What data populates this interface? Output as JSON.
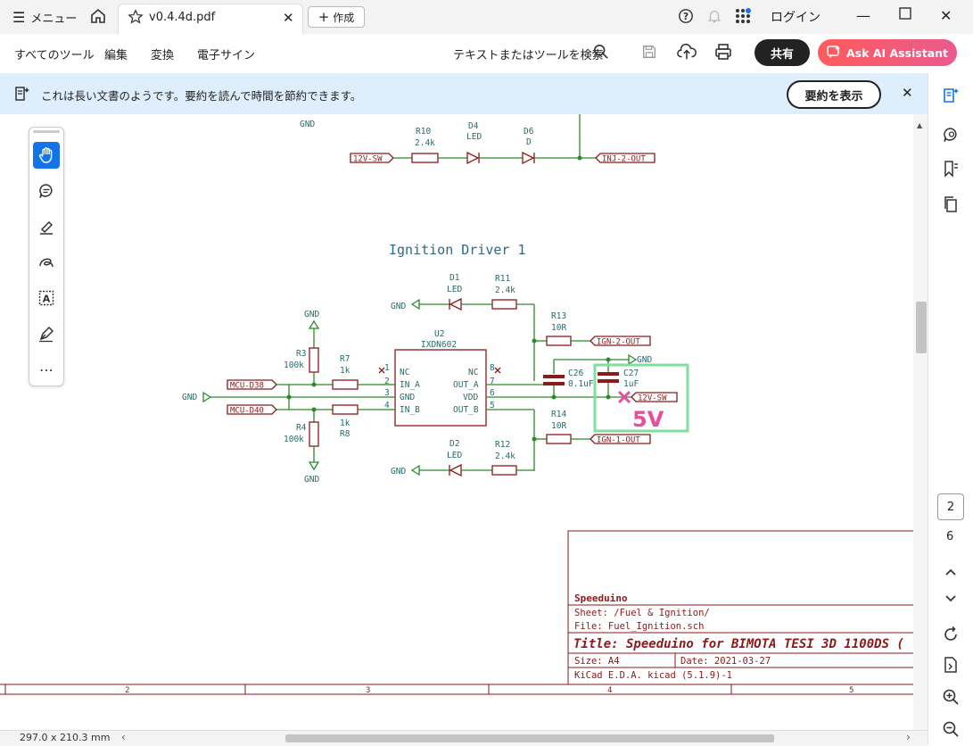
{
  "titlebar": {
    "menu_label": "メニュー",
    "tab_title": "v0.4.4d.pdf",
    "new_tab_label": "作成",
    "login_label": "ログイン"
  },
  "menubar": {
    "items": [
      "すべてのツール",
      "編集",
      "変換",
      "電子サイン"
    ],
    "search_placeholder": "テキストまたはツールを検索",
    "share_label": "共有",
    "ai_label": "Ask AI Assistant"
  },
  "infobar": {
    "message": "これは長い文書のようです。要約を読んで時間を節約できます。",
    "summary_button": "要約を表示"
  },
  "statusbar": {
    "page_size": "297.0 x 210.3 mm"
  },
  "pagenav": {
    "current_page": "2",
    "total_pages": "6"
  },
  "schematic": {
    "section_title": "Ignition Driver 1",
    "gnd": "GND",
    "r10": "R10",
    "r10_val": "2.4k",
    "d4": "D4",
    "d4_val": "LED",
    "d6": "D6",
    "d6_val": "D",
    "sw12v": "12V-SW",
    "inj2": "INJ-2-OUT",
    "d1": "D1",
    "d1_val": "LED",
    "r11": "R11",
    "r11_val": "2.4k",
    "r13": "R13",
    "r13_val": "10R",
    "ign2": "IGN-2-OUT",
    "u2": "U2",
    "u2_val": "IXDN602",
    "r3": "R3",
    "r3_val": "100k",
    "r7": "R7",
    "r7_val": "1k",
    "mcu38": "MCU-D38",
    "mcu40": "MCU-D40",
    "r4": "R4",
    "r4_val": "100k",
    "r8": "R8",
    "r8_val": "1k",
    "c26": "C26",
    "c26_val": "0.1uF",
    "c27": "C27",
    "c27_val": "1uF",
    "r14": "R14",
    "r14_val": "10R",
    "ign1": "IGN-1-OUT",
    "d2": "D2",
    "d2_val": "LED",
    "r12": "R12",
    "r12_val": "2.4k",
    "pin_nc": "NC",
    "pin_in_a": "IN_A",
    "pin_gnd": "GND",
    "pin_in_b": "IN_B",
    "pin_out_a": "OUT_A",
    "pin_vdd": "VDD",
    "pin_out_b": "OUT_B",
    "pn1": "1",
    "pn2": "2",
    "pn3": "3",
    "pn4": "4",
    "pn5": "5",
    "pn6": "6",
    "pn7": "7",
    "pn8": "8",
    "annotation": "5V",
    "title_block": {
      "company": "Speeduino",
      "sheet": "Sheet: /Fuel & Ignition/",
      "file": "File: Fuel_Ignition.sch",
      "title": "Title: Speeduino for BIMOTA TESI 3D 1100DS (",
      "size": "Size: A4",
      "date": "Date: 2021-03-27",
      "tool": "KiCad E.D.A.  kicad (5.1.9)-1"
    },
    "border_cols": [
      "2",
      "3",
      "4",
      "5"
    ]
  },
  "colors": {
    "wire": "#2a8a2a",
    "component": "#8b1a1a",
    "text": "#2a6a6a",
    "annotation": "#e94e9b",
    "highlight": "#7ee0a0"
  }
}
